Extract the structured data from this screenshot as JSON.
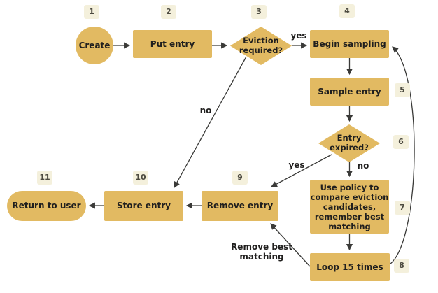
{
  "diagram": {
    "colors": {
      "background": "#ffffff",
      "node_fill": "#e2ba62",
      "node_text": "#201f1e",
      "badge_fill": "#f4f0dc",
      "badge_text": "#4c4a40",
      "line": "#3a3a38"
    },
    "nodes": [
      {
        "badge": "1",
        "label": "Create",
        "shape": "circle"
      },
      {
        "badge": "2",
        "label": "Put entry",
        "shape": "rect"
      },
      {
        "badge": "3",
        "label": "Eviction required?",
        "shape": "diamond"
      },
      {
        "badge": "4",
        "label": "Begin sampling",
        "shape": "rect"
      },
      {
        "badge": "5",
        "label": "Sample entry",
        "shape": "rect"
      },
      {
        "badge": "6",
        "label": "Entry expired?",
        "shape": "diamond"
      },
      {
        "badge": "7",
        "label": "Use policy to compare eviction candidates, remember best matching",
        "shape": "rect"
      },
      {
        "badge": "8",
        "label": "Loop 15 times",
        "shape": "rect"
      },
      {
        "badge": "9",
        "label": "Remove entry",
        "shape": "rect"
      },
      {
        "badge": "10",
        "label": "Store entry",
        "shape": "rect"
      },
      {
        "badge": "11",
        "label": "Return to user",
        "shape": "stadium"
      }
    ],
    "edge_labels": {
      "eviction_yes": "yes",
      "eviction_no": "no",
      "expired_yes": "yes",
      "expired_no": "no",
      "loop_to_remove": "Remove best matching"
    }
  }
}
